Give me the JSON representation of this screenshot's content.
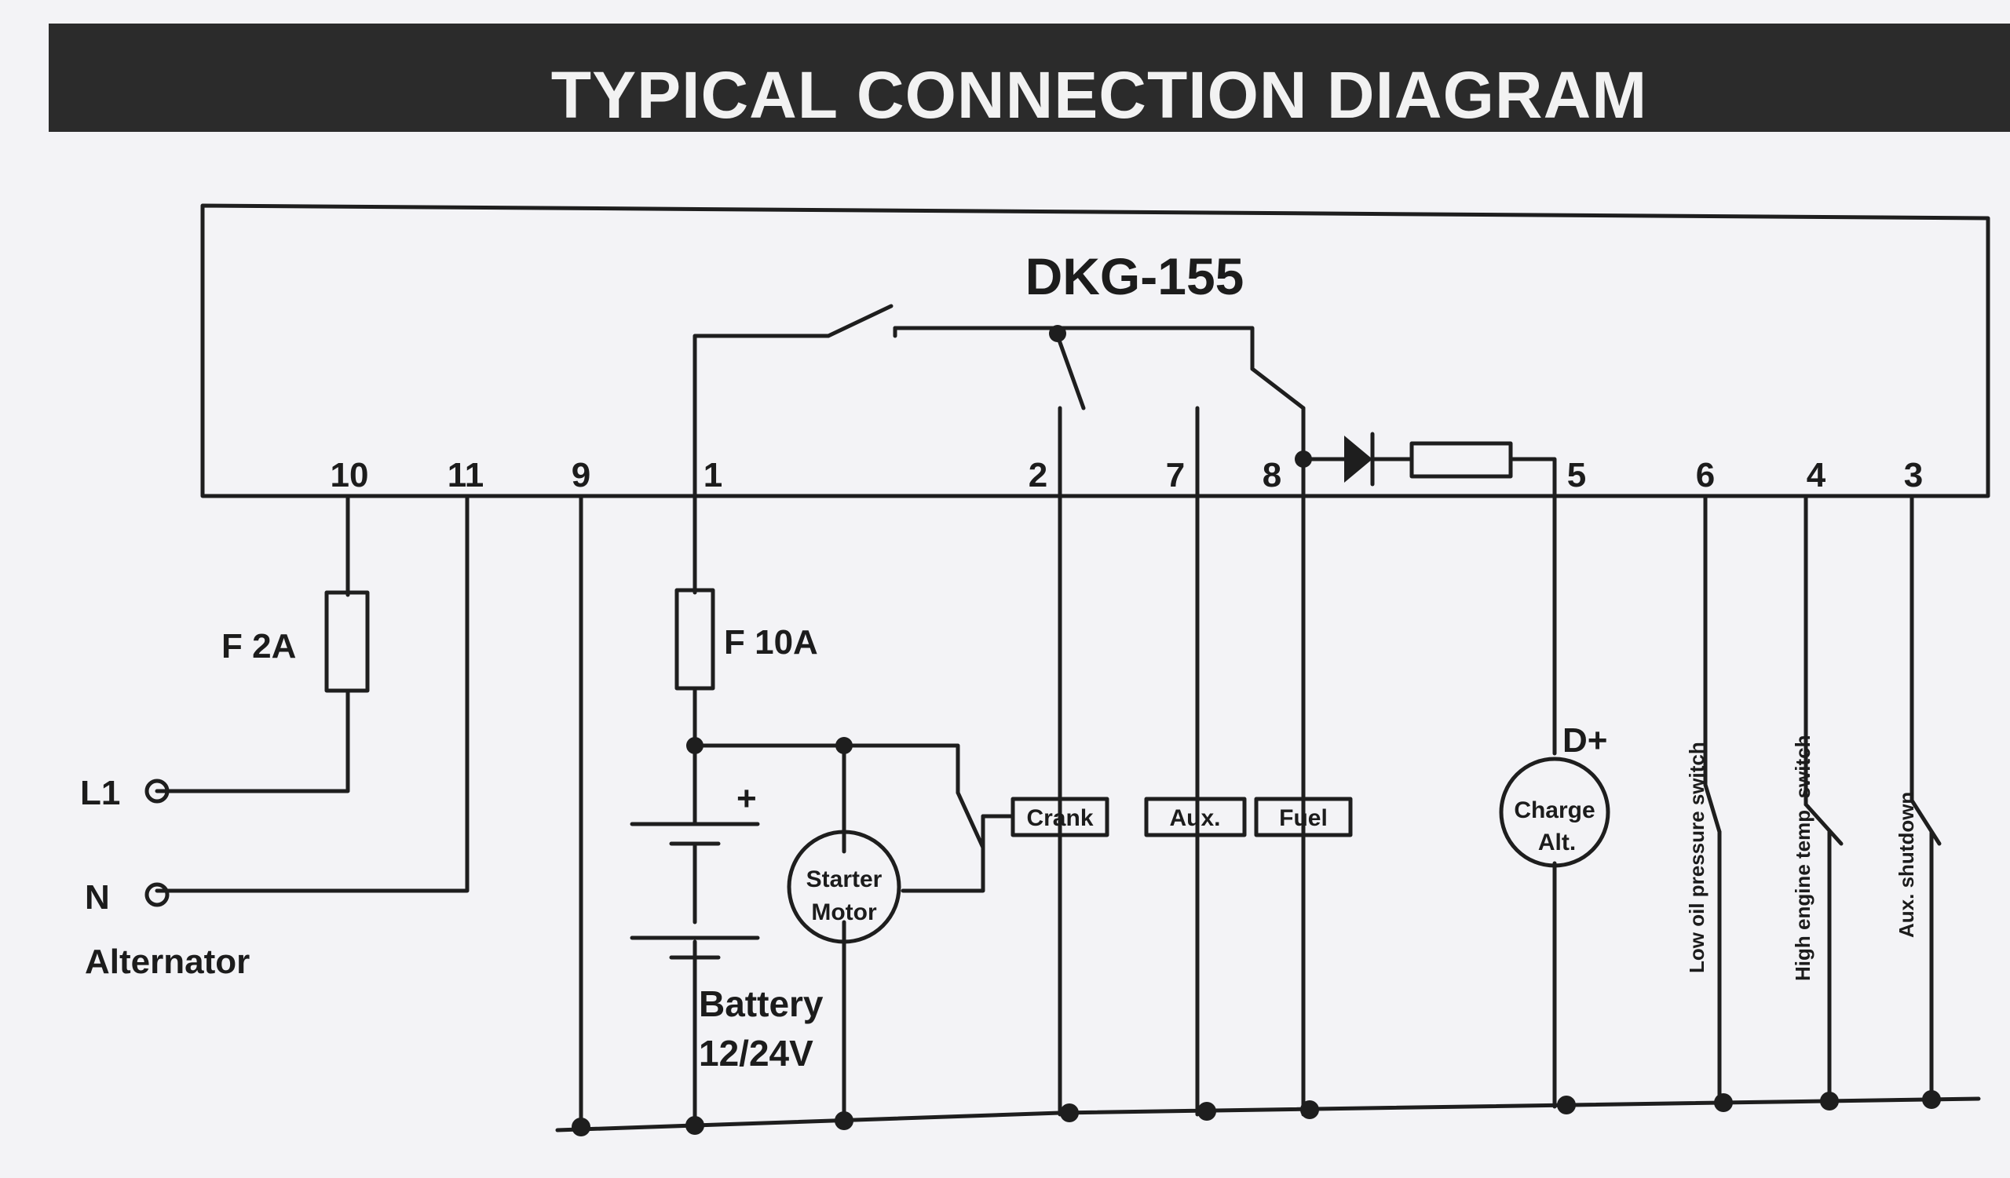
{
  "title": "TYPICAL CONNECTION DIAGRAM",
  "device": {
    "model": "DKG-155"
  },
  "terminals": [
    "10",
    "11",
    "9",
    "1",
    "2",
    "7",
    "8",
    "5",
    "6",
    "4",
    "3"
  ],
  "fuses": {
    "f1": "F 2A",
    "f2": "F 10A"
  },
  "alternator": {
    "l1": "L1",
    "n": "N",
    "label": "Alternator"
  },
  "battery": {
    "plus": "+",
    "label": "Battery",
    "voltage": "12/24V"
  },
  "starter": {
    "line1": "Starter",
    "line2": "Motor"
  },
  "relays": {
    "crank": "Crank",
    "aux": "Aux.",
    "fuel": "Fuel"
  },
  "charge_alt": {
    "line1": "Charge",
    "line2": "Alt.",
    "terminal": "D+"
  },
  "switches": {
    "oil": "Low oil pressure switch",
    "temp": "High engine temp. switch",
    "aux": "Aux. shutdown"
  },
  "colors": {
    "title_bar": "#2b2b2b",
    "paper": "#f3f3f6",
    "ink": "#1e1e1e"
  }
}
